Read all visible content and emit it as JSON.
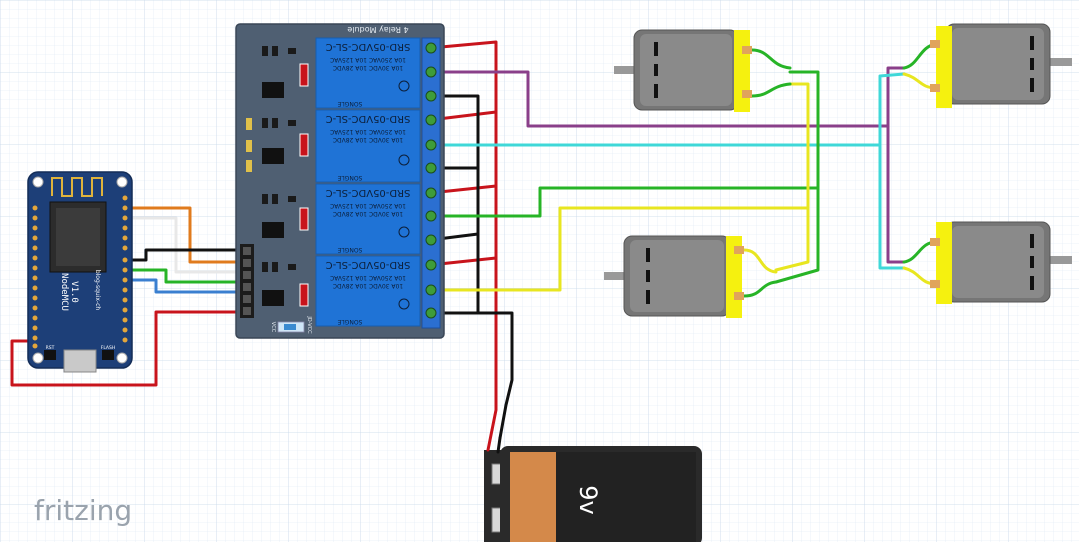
{
  "app": {
    "watermark": "fritzing"
  },
  "relay_module": {
    "title": "4 Relay Module",
    "relays": [
      {
        "model": "SRD-05VDC-SL-C",
        "ratings": [
          "10A 250VAC 10A 125VAC",
          "10A 30VDC 10A 28VDC"
        ],
        "brand": "SONGLE"
      },
      {
        "model": "SRD-05VDC-SL-C",
        "ratings": [
          "10A 250VAC 10A 125VAC",
          "10A 30VDC 10A 28VDC"
        ],
        "brand": "SONGLE"
      },
      {
        "model": "SRD-05VDC-SL-C",
        "ratings": [
          "10A 250VAC 10A 125VAC",
          "10A 30VDC 10A 28VDC"
        ],
        "brand": "SONGLE"
      },
      {
        "model": "SRD-05VDC-SL-C",
        "ratings": [
          "10A 250VAC 10A 125VAC",
          "10A 30VDC 10A 28VDC"
        ],
        "brand": "SONGLE"
      }
    ],
    "jumper_labels": [
      "VCC",
      "JD-VCC"
    ]
  },
  "nodemcu": {
    "name": "NodeMCU",
    "version": "V1.0",
    "credit": "blog-squix-ch",
    "buttons": [
      "RST",
      "FLASH"
    ]
  },
  "battery": {
    "label": "9v"
  },
  "colors": {
    "red": "#c8141c",
    "black": "#111111",
    "purple": "#8a3f8a",
    "cyan": "#3fd8d8",
    "green": "#27b427",
    "yellow": "#e8e620",
    "orange": "#e07b1e",
    "blue": "#3a7fd0",
    "white": "#e8e8e8",
    "relay_board": "#4f5f72",
    "relay_blue": "#1f73d6",
    "nodemcu_board": "#1d3f78",
    "battery_orange": "#d4894a",
    "motor_gray": "#767676",
    "motor_yellow": "#f5f10f"
  }
}
